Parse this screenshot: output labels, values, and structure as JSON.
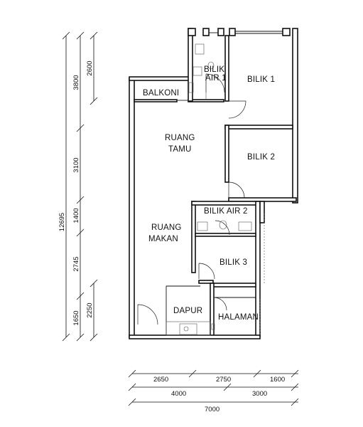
{
  "rooms": {
    "bilik_air_1": [
      "BILIK",
      "AIR 1"
    ],
    "bilik_1": "BILIK 1",
    "balkoni": "BALKONI",
    "ruang_tamu": [
      "RUANG",
      "TAMU"
    ],
    "bilik_2": "BILIK 2",
    "bilik_air_2": "BILIK AIR 2",
    "ruang_makan": [
      "RUANG",
      "MAKAN"
    ],
    "bilik_3": "BILIK 3",
    "dapur": "DAPUR",
    "halaman": "HALAMAN"
  },
  "dimensions": {
    "total_length": "12695",
    "left_outer": [
      "3800",
      "3100",
      "1400",
      "2745",
      "1650"
    ],
    "left_inner": [
      "2600",
      "2250"
    ],
    "bottom_row1": [
      "2650",
      "2750",
      "1600"
    ],
    "bottom_row2": [
      "4000",
      "3000"
    ],
    "total_width": "7000"
  }
}
